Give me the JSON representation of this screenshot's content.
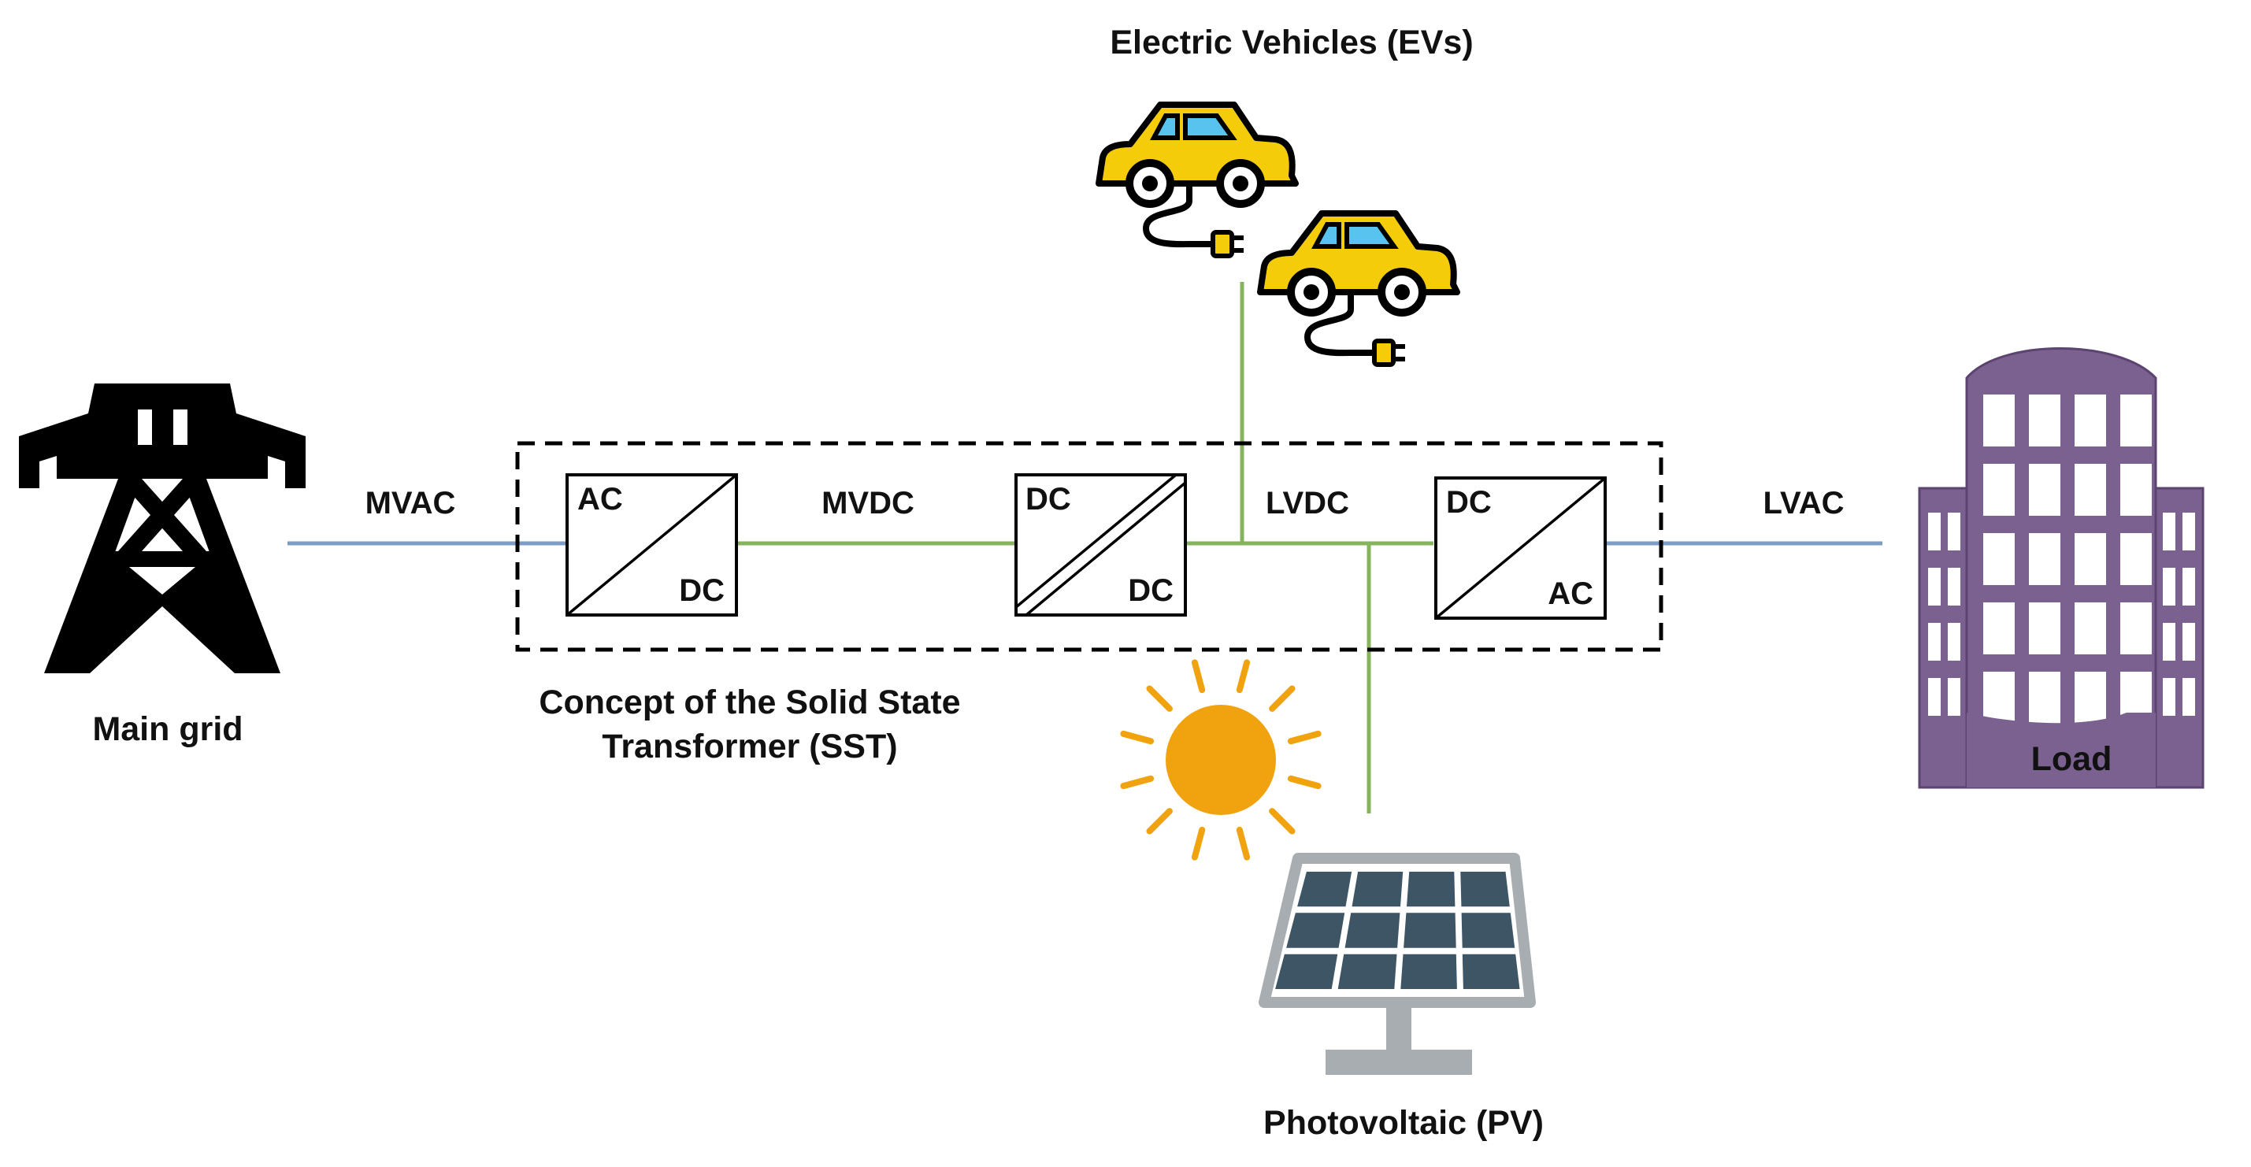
{
  "labels": {
    "main_grid": "Main grid",
    "load": "Load",
    "evs": "Electric Vehicles (EVs)",
    "pv": "Photovoltaic (PV)",
    "sst_line1": "Concept of the Solid State",
    "sst_line2": "Transformer (SST)",
    "mvac": "MVAC",
    "mvdc": "MVDC",
    "lvdc": "LVDC",
    "lvac": "LVAC"
  },
  "converters": [
    {
      "top": "AC",
      "bottom": "DC"
    },
    {
      "top": "DC",
      "bottom": "DC"
    },
    {
      "top": "DC",
      "bottom": "AC"
    }
  ],
  "colors": {
    "ac_wire": "#7d9cc4",
    "dc_wire": "#86b35e",
    "tower": "#000000",
    "building": "#7a6190",
    "car": "#f5cc0a",
    "sun": "#f0a30e",
    "solar_panel_frame": "#a8adb2",
    "solar_panel_cells": "#3e5566"
  },
  "icons": [
    "transmission-tower-icon",
    "building-icon",
    "ev-car-icon",
    "sun-icon",
    "solar-panel-icon"
  ]
}
